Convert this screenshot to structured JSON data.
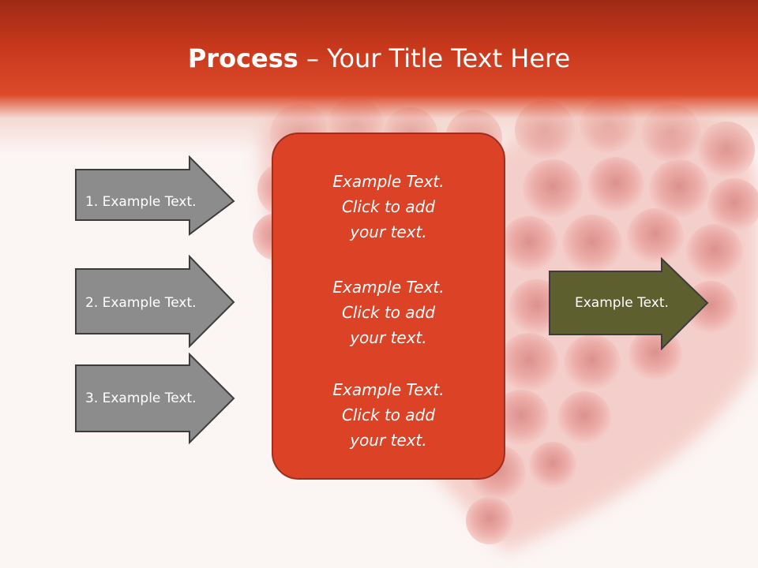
{
  "slide": {
    "title_bold": "Process",
    "title_rest": " – Your Title Text Here",
    "left_arrows": [
      {
        "label": "1. Example Text."
      },
      {
        "label": "2. Example Text."
      },
      {
        "label": "3. Example Text."
      }
    ],
    "center_blocks": [
      {
        "line1": "Example Text.",
        "line2": "Click  to add",
        "line3": "your text."
      },
      {
        "line1": "Example Text.",
        "line2": "Click  to add",
        "line3": "your text."
      },
      {
        "line1": "Example Text.",
        "line2": "Click  to add",
        "line3": "your text."
      }
    ],
    "right_arrow": {
      "label": "Example Text."
    }
  },
  "colors": {
    "header_dark": "#9e2a14",
    "header_red": "#dc4a2a",
    "center_box": "#dc4226",
    "left_arrow_fill": "#8c8c8c",
    "right_arrow_fill": "#5e5f2f",
    "arrow_stroke": "#3c3c3c"
  }
}
